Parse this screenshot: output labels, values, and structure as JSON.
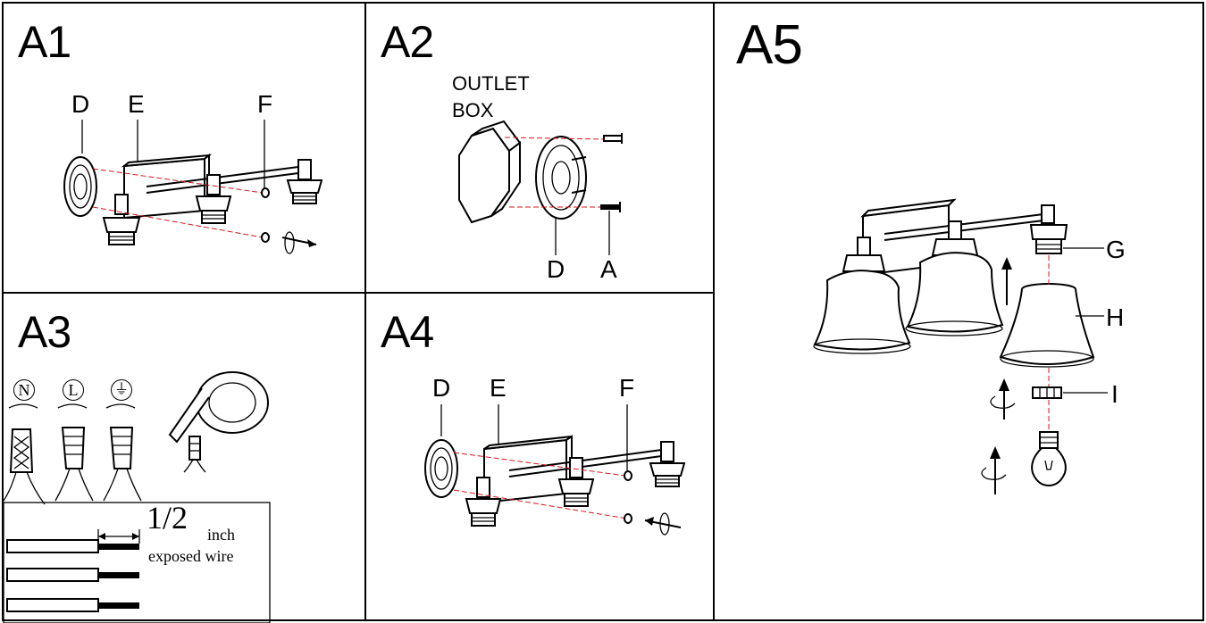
{
  "panels": {
    "a1": {
      "title": "A1",
      "labels": {
        "d": "D",
        "e": "E",
        "f": "F"
      }
    },
    "a2": {
      "title": "A2",
      "outlet_line1": "OUTLET",
      "outlet_line2": "BOX",
      "labels": {
        "d": "D",
        "a": "A"
      }
    },
    "a3": {
      "title": "A3",
      "symbols": {
        "neutral": "N",
        "live": "L",
        "earth": "⏚"
      },
      "fraction": "1/2",
      "unit": "inch",
      "caption": "exposed wire"
    },
    "a4": {
      "title": "A4",
      "labels": {
        "d": "D",
        "e": "E",
        "f": "F"
      }
    },
    "a5": {
      "title": "A5",
      "labels": {
        "g": "G",
        "h": "H",
        "i": "I"
      }
    }
  },
  "colors": {
    "guide_line": "#d6191f",
    "stroke": "#000000",
    "background": "#ffffff"
  }
}
